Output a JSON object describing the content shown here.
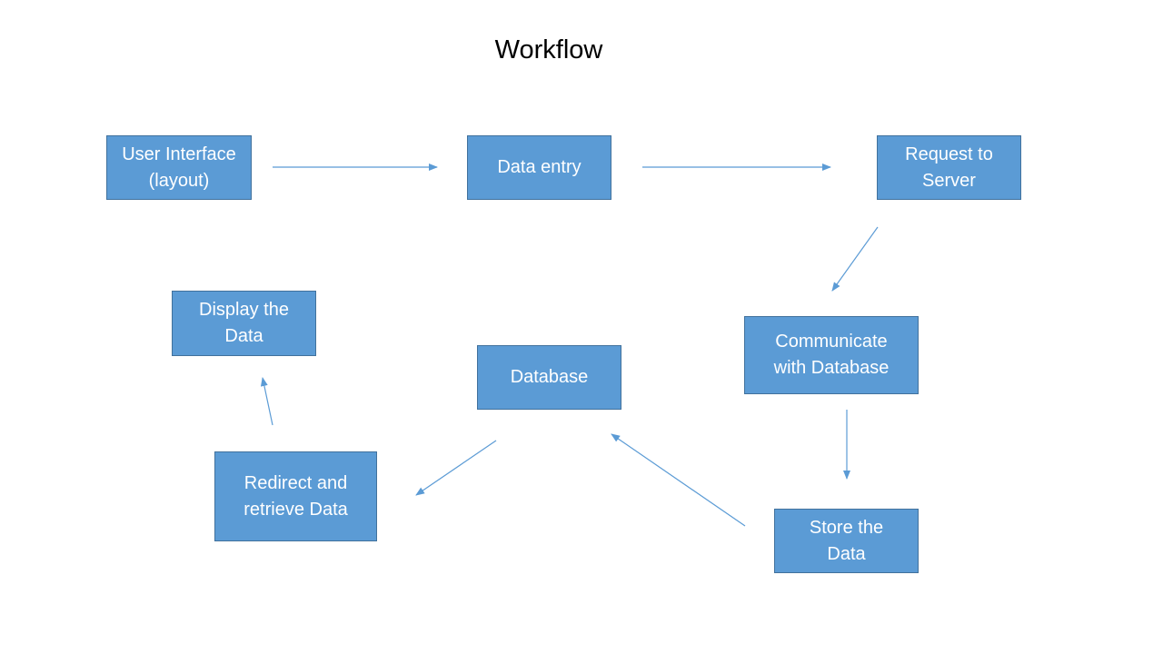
{
  "title": "Workflow",
  "colors": {
    "box_fill": "#5b9bd5",
    "box_border": "#41719c",
    "box_text": "#ffffff",
    "arrow": "#5b9bd5"
  },
  "nodes": {
    "user_interface": {
      "label": "User Interface (layout)"
    },
    "data_entry": {
      "label": "Data entry"
    },
    "request_to_server": {
      "label": "Request to Server"
    },
    "communicate_with_database": {
      "label": "Communicate with Database"
    },
    "store_the_data": {
      "label": "Store the Data"
    },
    "database": {
      "label": "Database"
    },
    "redirect_and_retrieve": {
      "label": "Redirect and retrieve Data"
    },
    "display_the_data": {
      "label": "Display the Data"
    }
  },
  "edges": [
    {
      "from": "user_interface",
      "to": "data_entry"
    },
    {
      "from": "data_entry",
      "to": "request_to_server"
    },
    {
      "from": "request_to_server",
      "to": "communicate_with_database"
    },
    {
      "from": "communicate_with_database",
      "to": "store_the_data"
    },
    {
      "from": "store_the_data",
      "to": "database"
    },
    {
      "from": "database",
      "to": "redirect_and_retrieve"
    },
    {
      "from": "redirect_and_retrieve",
      "to": "display_the_data"
    }
  ]
}
